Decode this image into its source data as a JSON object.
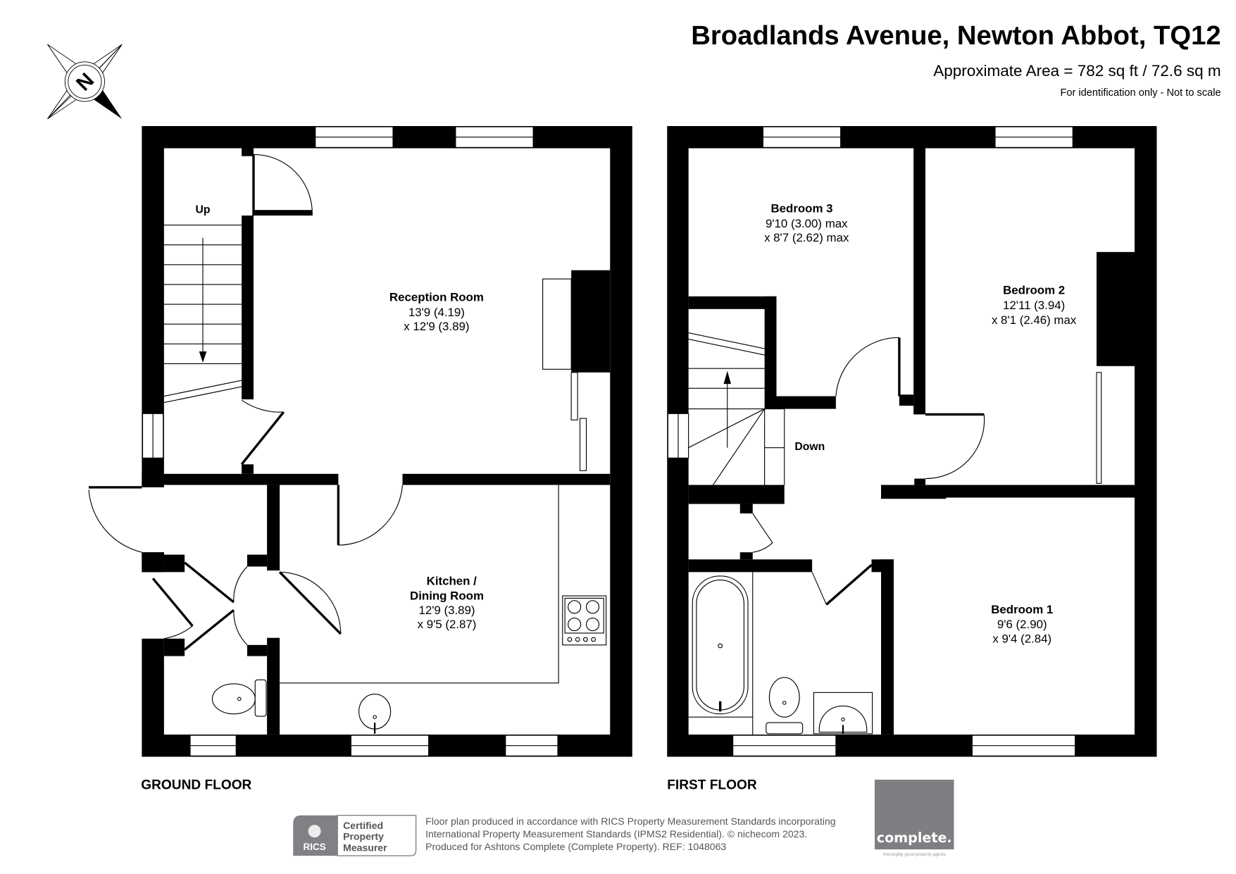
{
  "header": {
    "title": "Broadlands Avenue, Newton Abbot, TQ12",
    "area": "Approximate Area = 782 sq ft / 72.6 sq m",
    "disclaimer": "For identification only - Not to scale"
  },
  "compass": {
    "letter": "N",
    "icon": "north-compass-icon"
  },
  "ground_floor": {
    "label": "GROUND FLOOR",
    "stairs_label": "Up",
    "rooms": [
      {
        "name": "Reception Room",
        "dims": [
          "13'9 (4.19)",
          "x 12'9 (3.89)"
        ]
      },
      {
        "name": "Kitchen /",
        "name2": "Dining Room",
        "dims": [
          "12'9 (3.89)",
          "x 9'5 (2.87)"
        ]
      }
    ]
  },
  "first_floor": {
    "label": "FIRST FLOOR",
    "stairs_label": "Down",
    "rooms": [
      {
        "name": "Bedroom 3",
        "dims": [
          "9'10 (3.00) max",
          "x 8'7 (2.62) max"
        ]
      },
      {
        "name": "Bedroom 2",
        "dims": [
          "12'11 (3.94)",
          "x 8'1 (2.46) max"
        ]
      },
      {
        "name": "Bedroom 1",
        "dims": [
          "9'6 (2.90)",
          "x 9'4 (2.84)"
        ]
      }
    ]
  },
  "footer": {
    "rics_logo": "RICS",
    "badge": [
      "Certified",
      "Property",
      "Measurer"
    ],
    "lines": [
      "Floor plan produced in accordance with RICS Property Measurement Standards incorporating",
      "International Property Measurement Standards (IPMS2 Residential).   © nichecom 2023.",
      "Produced for Ashtons Complete (Complete Property).   REF: 1048063"
    ],
    "agent_logo": "complete.",
    "agent_tagline": "thoroughly good property agents",
    "agent_color": "#7e7f82"
  }
}
